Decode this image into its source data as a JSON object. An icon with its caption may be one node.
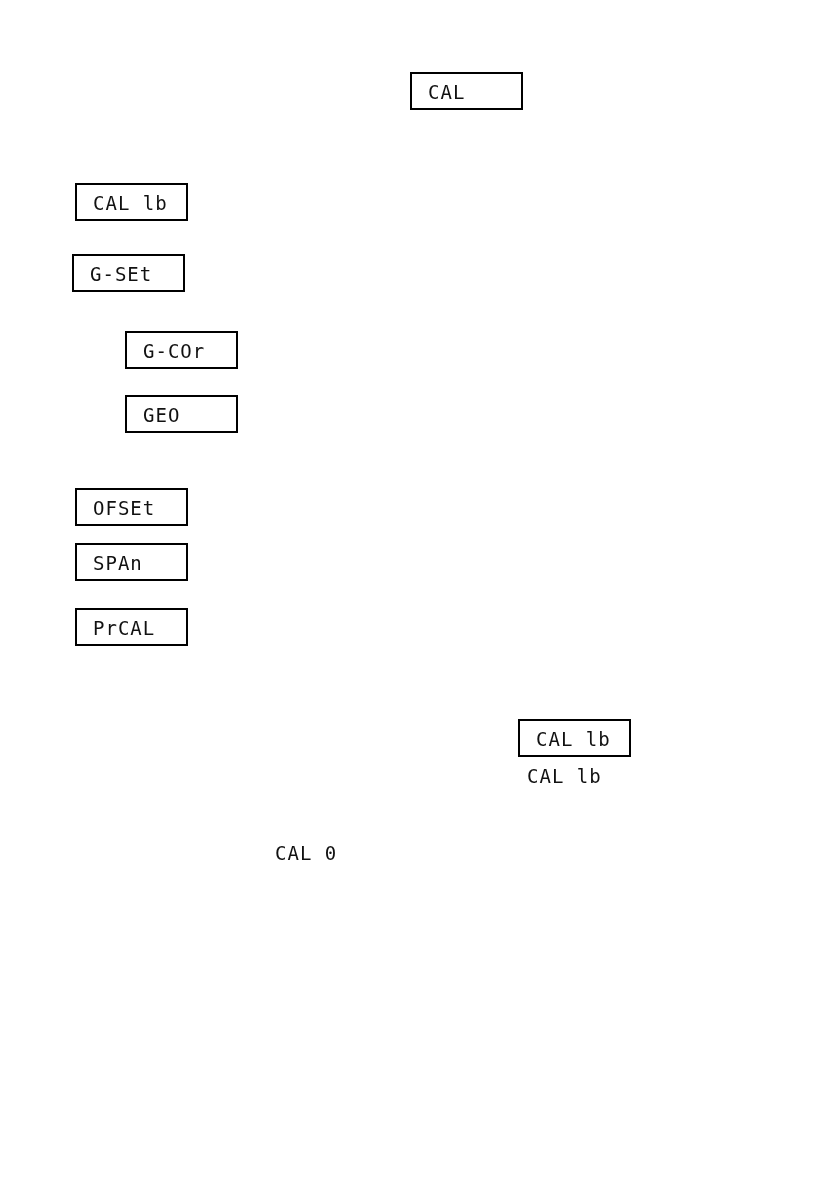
{
  "diagram": {
    "nodes": [
      {
        "text": [
          "CAL"
        ]
      },
      {
        "text": [
          "CAL lb"
        ]
      },
      {
        "text": [
          "G-SEt"
        ]
      },
      {
        "text": [
          "G-COr"
        ]
      },
      {
        "text": [
          "GEO"
        ]
      },
      {
        "text": [
          "OFSEt"
        ]
      },
      {
        "text": [
          "SPAn"
        ]
      },
      {
        "text": [
          "PrCAL"
        ]
      },
      {
        "text": [
          "CAL lb"
        ]
      }
    ],
    "labels": [
      "CAL lb",
      "CAL 0"
    ]
  }
}
